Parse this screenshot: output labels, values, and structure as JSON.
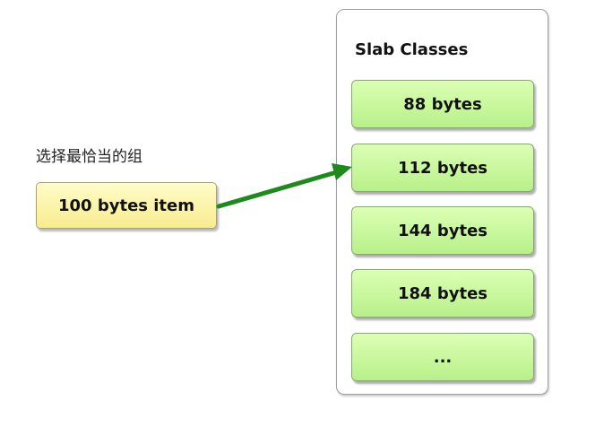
{
  "caption": "选择最恰当的组",
  "item": {
    "label": "100 bytes item"
  },
  "slab_classes": {
    "title": "Slab Classes",
    "items": [
      {
        "label": "88 bytes"
      },
      {
        "label": "112 bytes"
      },
      {
        "label": "144 bytes"
      },
      {
        "label": "184 bytes"
      },
      {
        "label": "..."
      }
    ]
  },
  "colors": {
    "arrow": "#1e8a1e",
    "item_fill": "#fcf4a8",
    "slab_fill": "#c8f5a0"
  }
}
